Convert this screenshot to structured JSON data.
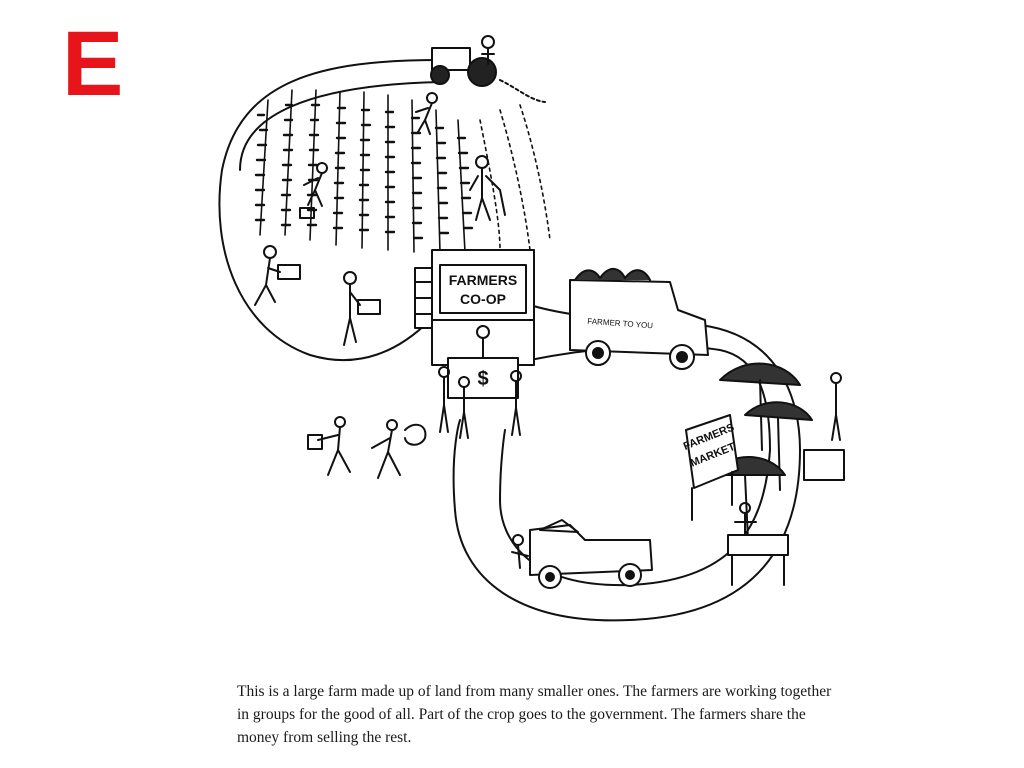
{
  "slide": {
    "letter": "E",
    "letter_color": "#e8141b"
  },
  "illustration": {
    "coop_sign_line1": "FARMERS",
    "coop_sign_line2": "CO-OP",
    "coop_counter_symbol": "$",
    "truck_door_text": "FARMER TO YOU",
    "market_sign_line1": "FARMERS",
    "market_sign_line2": "MARKET",
    "stroke_color": "#111111"
  },
  "caption": {
    "text": "This is a large farm made up of land from many smaller ones. The farmers are working together in groups for the good of all. Part of the crop goes to the government. The farmers share the money from selling the rest."
  }
}
